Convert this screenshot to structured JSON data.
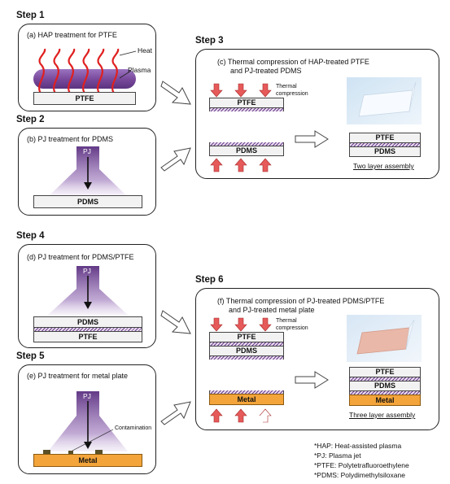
{
  "steps": {
    "s1": "Step 1",
    "s2": "Step 2",
    "s3": "Step 3",
    "s4": "Step 4",
    "s5": "Step 5",
    "s6": "Step 6"
  },
  "captions": {
    "a": "(a) HAP treatment for PTFE",
    "b": "(b) PJ treatment for PDMS",
    "c1": "(c) Thermal compression of HAP-treated PTFE",
    "c2": "and PJ-treated PDMS",
    "d": "(d) PJ treatment for PDMS/PTFE",
    "e": "(e) PJ treatment for metal plate",
    "f1": "(f) Thermal compression of PJ-treated PDMS/PTFE",
    "f2": "and PJ-treated metal plate"
  },
  "labels": {
    "heat": "Heat",
    "plasma": "Plasma",
    "pj": "PJ",
    "ptfe": "PTFE",
    "pdms": "PDMS",
    "metal": "Metal",
    "thermal1": "Thermal",
    "thermal2": "compression",
    "contamination": "Contamination",
    "two_layer": "Two layer assembly",
    "three_layer": "Three layer assembly"
  },
  "footnotes": [
    "*HAP: Heat-assisted plasma",
    "*PJ: Plasma jet",
    "*PTFE: Polytetrafluoroethylene",
    "*PDMS: Polydimethylsiloxane"
  ],
  "colors": {
    "plasma": "#7a4a9c",
    "arrow_red": "#e04a4a",
    "metal": "#f3a43a",
    "hatch": "#6a3c8a"
  }
}
